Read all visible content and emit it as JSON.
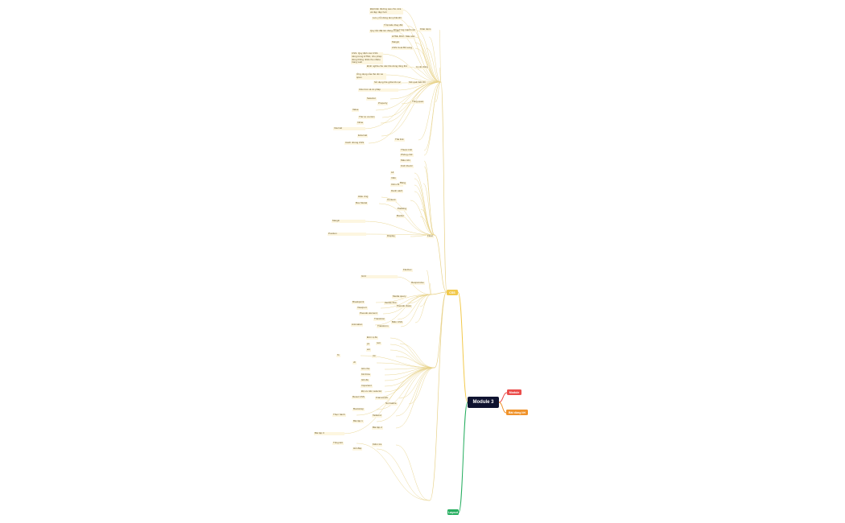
{
  "root": {
    "label": "Module 3"
  },
  "branches": {
    "css": {
      "label": "CSS",
      "color": "#f2c94c"
    },
    "module": {
      "label": "Module",
      "color": "#eb4d4b"
    },
    "bai_dung_loi": {
      "label": "Bài dùng lời",
      "color": "#f0932b"
    },
    "bottom": {
      "label": "Layout",
      "color": "#27ae60"
    }
  },
  "nodes": [
    {
      "id": "n1",
      "text": "Đặt biến đường sao cho vừa và đẹp đẹp hơn"
    },
    {
      "id": "n2",
      "text": "Lưu y lỗi dùng lam phải khi"
    },
    {
      "id": "n3",
      "text": "Tỉ lệ kiểu thay đổi"
    },
    {
      "id": "n4",
      "text": "Tiêu dùng mạnh mẽ"
    },
    {
      "id": "n5",
      "text": "Màu sắc"
    },
    {
      "id": "n6",
      "text": "Quy tắc đặt tên đúng chuẩn"
    },
    {
      "id": "n7",
      "text": "HTML MVC"
    },
    {
      "id": "n8",
      "text": "Margin"
    },
    {
      "id": "n9",
      "text": "CSS Code"
    },
    {
      "id": "n10",
      "text": "Khái niệm"
    },
    {
      "id": "n11",
      "text": "Bổ sung"
    },
    {
      "id": "n12",
      "text": "CSS: Quy định các CSS riêng trong HTML; cho phép dùng thống nhất cho nhiều trang web"
    },
    {
      "id": "n13",
      "text": "Lý do dùng"
    },
    {
      "id": "n14",
      "text": "Định nghĩa cho các thẻ dòng tổng thể"
    },
    {
      "id": "n15",
      "text": "Kết quả hiển thị"
    },
    {
      "id": "n16",
      "text": "Ứng dụng của thẻ div và span"
    },
    {
      "id": "n17",
      "text": "Sử dụng thẻ giữa bố cục"
    },
    {
      "id": "n18",
      "text": "Cấu trúc và cú pháp"
    },
    {
      "id": "n19",
      "text": "Tổng quan"
    },
    {
      "id": "n20",
      "text": "Selector"
    },
    {
      "id": "n21",
      "text": "Property"
    },
    {
      "id": "n22",
      "text": "Value"
    },
    {
      "id": "n23",
      "text": "Thứ tự ưu tiên"
    },
    {
      "id": "n24",
      "text": "Inline"
    },
    {
      "id": "n25",
      "text": "Internal"
    },
    {
      "id": "n26",
      "text": "External"
    },
    {
      "id": "n27",
      "text": "Cách nhúng CSS"
    },
    {
      "id": "n28",
      "text": "Thẻ link"
    },
    {
      "id": "n29",
      "text": "Thuộc tính"
    },
    {
      "id": "n30",
      "text": "Phông chữ"
    },
    {
      "id": "n31",
      "text": "Màu nền"
    },
    {
      "id": "n32",
      "text": "Kích thước"
    },
    {
      "id": "n33",
      "text": "Lề"
    },
    {
      "id": "n34",
      "text": "Viền"
    },
    {
      "id": "n35",
      "text": "Căn chỉnh"
    },
    {
      "id": "n36",
      "text": "Danh sách"
    },
    {
      "id": "n37",
      "text": "Bảng"
    },
    {
      "id": "n38",
      "text": "Hiệu ứng"
    },
    {
      "id": "n39",
      "text": "Box Model"
    },
    {
      "id": "n40",
      "text": "Content"
    },
    {
      "id": "n41",
      "text": "Padding"
    },
    {
      "id": "n42",
      "text": "Border"
    },
    {
      "id": "n43",
      "text": "Margin"
    },
    {
      "id": "n44",
      "text": "Display"
    },
    {
      "id": "n45",
      "text": "Position"
    },
    {
      "id": "n46",
      "text": "Float"
    },
    {
      "id": "n47",
      "text": "Flexbox"
    },
    {
      "id": "n48",
      "text": "Grid"
    },
    {
      "id": "n49",
      "text": "Responsive"
    },
    {
      "id": "n50",
      "text": "Media query"
    },
    {
      "id": "n51",
      "text": "Breakpoint"
    },
    {
      "id": "n52",
      "text": "Mobile first"
    },
    {
      "id": "n53",
      "text": "Viewport"
    },
    {
      "id": "n54",
      "text": "Pseudo class"
    },
    {
      "id": "n55",
      "text": "Pseudo element"
    },
    {
      "id": "n56",
      "text": "Transition"
    },
    {
      "id": "n57",
      "text": "Animation"
    },
    {
      "id": "n58",
      "text": "Transform"
    },
    {
      "id": "n59",
      "text": "Biến CSS"
    },
    {
      "id": "n60",
      "text": "Đơn vị đo"
    },
    {
      "id": "n61",
      "text": "px"
    },
    {
      "id": "n62",
      "text": "em"
    },
    {
      "id": "n63",
      "text": "rem"
    },
    {
      "id": "n64",
      "text": "%"
    },
    {
      "id": "n65",
      "text": "vw"
    },
    {
      "id": "n66",
      "text": "vh"
    },
    {
      "id": "n67",
      "text": "Ghi chú"
    },
    {
      "id": "n68",
      "text": "Kế thừa"
    },
    {
      "id": "n69",
      "text": "Ghi đè"
    },
    {
      "id": "n70",
      "text": "Important"
    },
    {
      "id": "n71",
      "text": "Độ ưu tiên selector"
    },
    {
      "id": "n72",
      "text": "Reset CSS"
    },
    {
      "id": "n73",
      "text": "Normalize"
    },
    {
      "id": "n74",
      "text": "Framework"
    },
    {
      "id": "n75",
      "text": "Bootstrap"
    },
    {
      "id": "n76",
      "text": "Tailwind"
    },
    {
      "id": "n77",
      "text": "Thực hành"
    },
    {
      "id": "n78",
      "text": "Bài tập 1"
    },
    {
      "id": "n79",
      "text": "Bài tập 2"
    },
    {
      "id": "n80",
      "text": "Bài tập 3"
    },
    {
      "id": "n81",
      "text": "Tổng kết"
    },
    {
      "id": "n82",
      "text": "Kiểm tra"
    },
    {
      "id": "n83",
      "text": "Hỏi đáp"
    }
  ]
}
